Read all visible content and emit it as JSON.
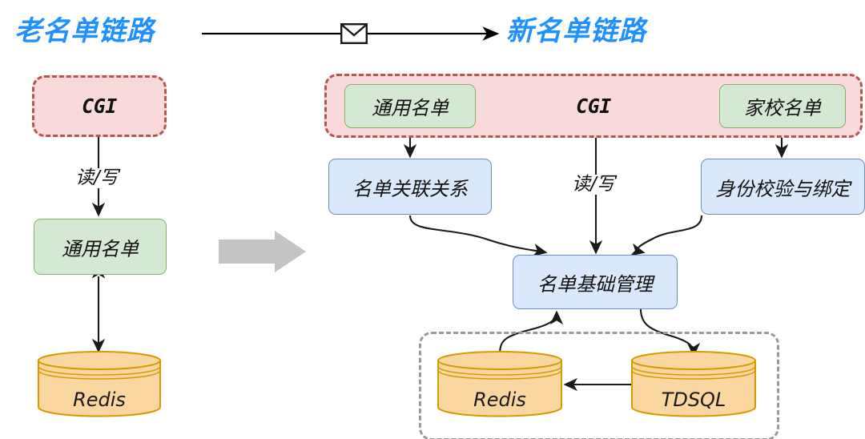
{
  "diagram": {
    "title_left": "老名单链路",
    "title_right": "新名单链路",
    "transition_icon": "envelope-icon",
    "transition_arrow_icon": "right-arrow-icon",
    "colors": {
      "title_blue": "#1e90ff",
      "group_pink_fill": "#f8dada",
      "group_pink_border": "#b85450",
      "group_gray_border": "#9a9a9a",
      "box_green_fill": "#d5e8d4",
      "box_green_border": "#82b366",
      "box_blue_fill": "#dae8fc",
      "box_blue_border": "#6c8ebf",
      "cylinder_fill": "#fad7a0",
      "cylinder_border": "#d79b00",
      "edge_stroke": "#1a1a1a",
      "big_arrow_gray": "#c4c4c4"
    }
  },
  "left_flow": {
    "cgi_group_label": "CGI",
    "list_box_label": "通用名单",
    "db_label": "Redis",
    "edge_labels": {
      "read_write": "读/写"
    }
  },
  "right_flow": {
    "cgi_group_label": "CGI",
    "green_boxes": [
      {
        "label": "通用名单"
      },
      {
        "label": "家校名单"
      }
    ],
    "service_boxes": [
      {
        "label": "名单关联关系"
      },
      {
        "label": "身份校验与绑定"
      }
    ],
    "core_box_label": "名单基础管理",
    "storage_boxes": [
      {
        "label": "Redis"
      },
      {
        "label": "TDSQL"
      }
    ],
    "edge_labels": {
      "read_write": "读/写"
    }
  }
}
